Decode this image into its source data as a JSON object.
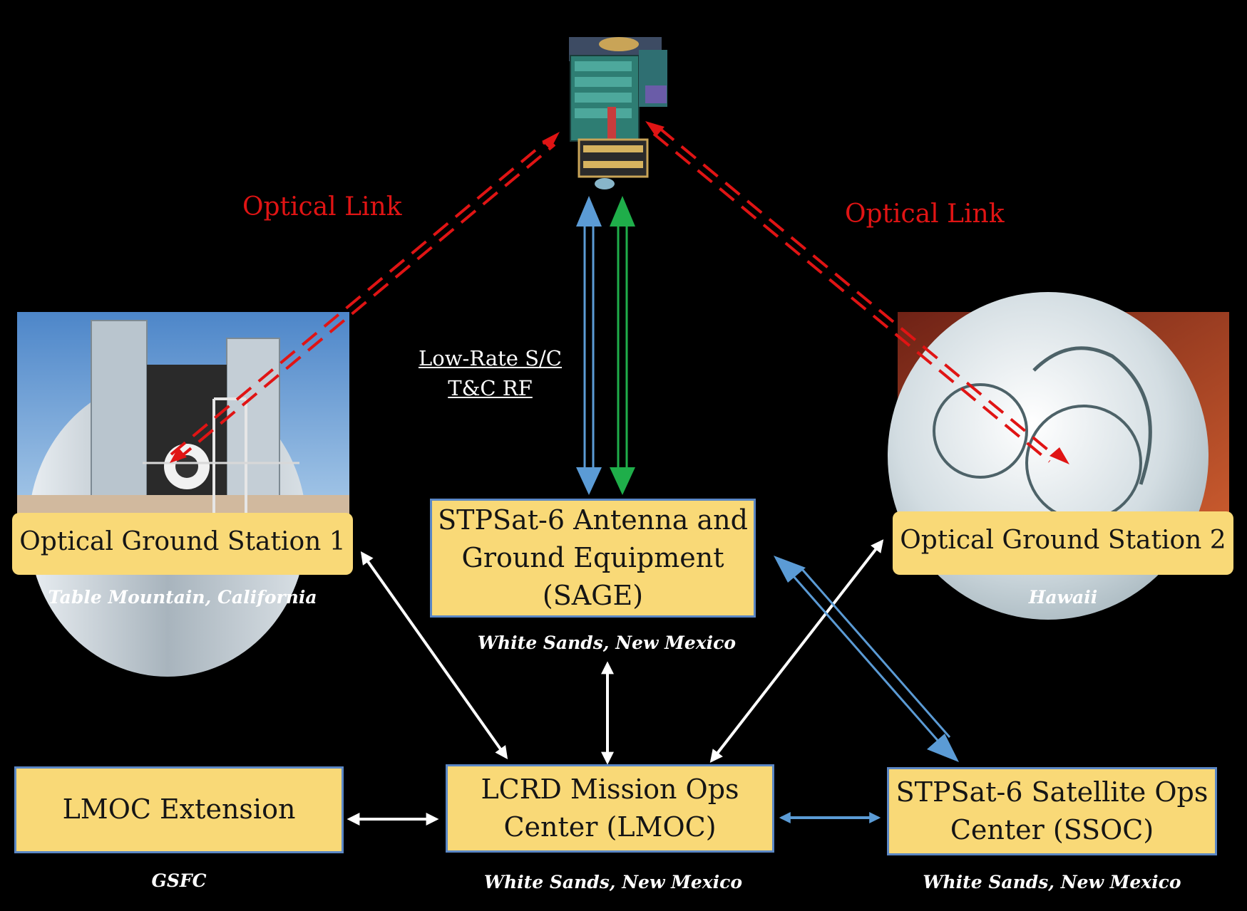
{
  "nodes": {
    "ogs1": {
      "title": "Optical Ground Station 1",
      "location": "Table Mountain, California"
    },
    "ogs2": {
      "title": "Optical Ground Station 2",
      "location": "Hawaii"
    },
    "sage": {
      "title": "STPSat-6 Antenna and\nGround Equipment\n(SAGE)",
      "location": "White Sands, New Mexico"
    },
    "lmoc": {
      "title": "LCRD Mission Ops\nCenter (LMOC)",
      "location": "White Sands, New Mexico"
    },
    "lmoc_ext": {
      "title": "LMOC Extension",
      "location": "GSFC"
    },
    "ssoc": {
      "title": "STPSat-6 Satellite Ops\nCenter (SSOC)",
      "location": "White Sands, New Mexico"
    }
  },
  "links": {
    "optical_left": "Optical Link",
    "optical_right": "Optical Link",
    "rf_label": "Low-Rate S/C\nT&C RF"
  },
  "colors": {
    "background": "#000000",
    "box_fill": "#f9d977",
    "box_border": "#5b87c5",
    "optical_link": "#e01414",
    "rf_blue": "#5b9bd5",
    "rf_green": "#1fae4a",
    "ground_link": "#ffffff"
  },
  "icons": [
    "satellite-icon",
    "observatory-dome-photo",
    "telescope-dome-photo"
  ]
}
